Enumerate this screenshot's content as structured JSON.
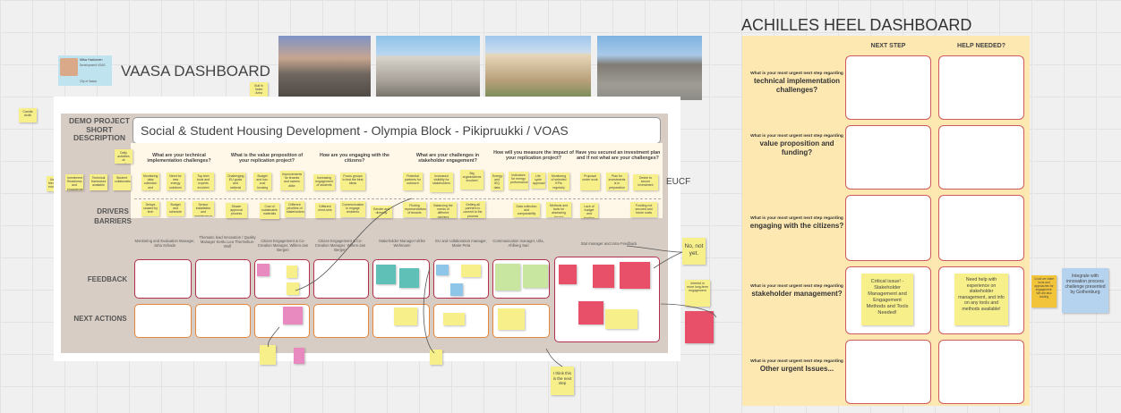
{
  "vaasa": {
    "title": "VAASA DASHBOARD",
    "avatar_name": "Mika Harkonen",
    "avatar_role": "Development VOAS",
    "avatar_org": "City of Vaasa"
  },
  "side_notes": {
    "left_note": "Camila Arditi",
    "top_note": "Suit in Index Area"
  },
  "demo": {
    "label_line1": "DEMO PROJECT",
    "label_line2": "SHORT",
    "label_line3": "DESCRIPTION",
    "project_title": "Social & Student Housing Development - Olympia Block - Pikipruukki / VOAS"
  },
  "questions": [
    "What are your technical implementation challenges?",
    "What is the value proposition of your replication project?",
    "How are you engaging with the citizens?",
    "What are your challenges in stakeholder engagement?",
    "How will you measure the impact of your replication project?",
    "Have you secured an investment plan and if not what are your challenges?"
  ],
  "rows": {
    "drivers": "DRIVERS",
    "barriers": "BARRIERS",
    "feedback": "FEEDBACK",
    "next_actions": "NEXT ACTIONS"
  },
  "eucf": "EUCF",
  "people": [
    "Monitoring and Evaluation Manager, Juha Schade",
    "Thematic lead Innovation / Quality Manager Kerttu Lea Thermelius-Wolf",
    "Citizen Engagement & Co-Creation Manager, Willem-Jan Bergen",
    "Citizen Engagement & Co-Creation Manager, Willem-Jan Bergen",
    "Stakeholder Manager Ulrike Wehmann",
    "EU and collaboration manager, Marie Peta",
    "Communication manager, Ulla, Ahlberg Sari",
    "Stal manager and Uma Feedback"
  ],
  "annotations": {
    "no_not_yet": "No, not yet.",
    "bottom_note": "I think this is the next step"
  },
  "achilles": {
    "title": "ACHILLES HEEL DASHBOARD",
    "col_next": "NEXT STEP",
    "col_help": "HELP NEEDED?",
    "rows": [
      {
        "small": "What is your most urgent next step regarding",
        "main": "technical implementation challenges?"
      },
      {
        "small": "What is your most urgent next step regarding",
        "main": "value proposition and funding?"
      },
      {
        "small": "What is your most urgent next step regarding",
        "main": "engaging with the citizens?"
      },
      {
        "small": "What is your most urgent next step regarding",
        "main": "stakeholder management?"
      },
      {
        "small": "What is your most urgent next step regarding",
        "main": "Other urgent Issues..."
      }
    ],
    "note_next": "Critical issue! - Stakeholder Management and Engagement Methods and Tools Needed!",
    "note_help": "Need help with experience on stakeholder management, and info on any tools and methods available!",
    "side_orange": "Could we share tools and approaches for engagement. We are also looking",
    "side_blue": "Integrate with innovation process challenge presented by Gothenburg"
  }
}
